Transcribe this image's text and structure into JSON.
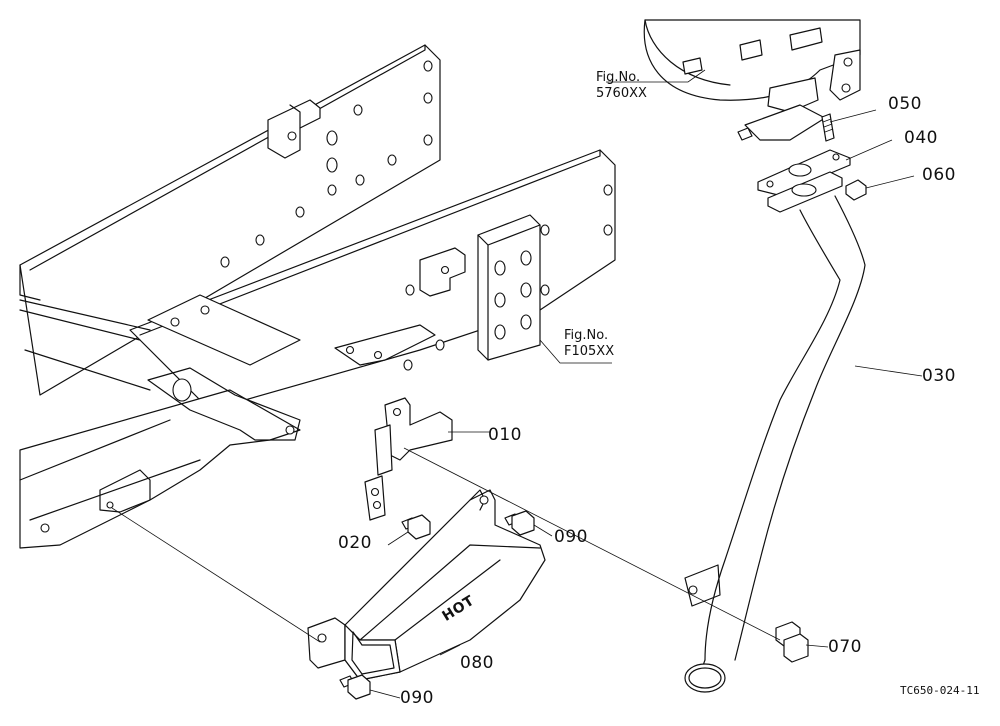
{
  "parts": {
    "p010": "010",
    "p020": "020",
    "p030": "030",
    "p040": "040",
    "p050": "050",
    "p060": "060",
    "p070": "070",
    "p080": "080",
    "p090a": "090",
    "p090b": "090"
  },
  "refs": {
    "muffler": {
      "line1": "Fig.No.",
      "line2": "5760XX"
    },
    "frame": {
      "line1": "Fig.No.",
      "line2": "F105XX"
    }
  },
  "drawing_code": "TC650-024-11",
  "cover_text": "HOT"
}
